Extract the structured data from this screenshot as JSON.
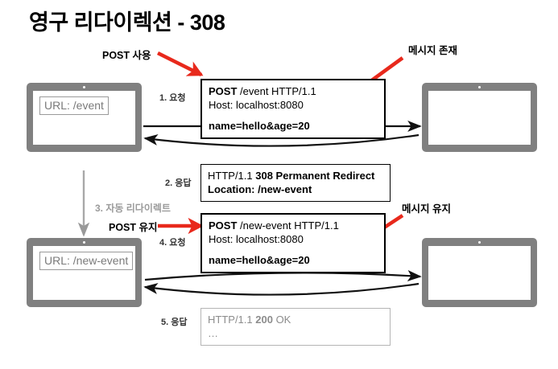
{
  "title": "영구 리다이렉션 - 308",
  "colors": {
    "monitor_gray": "#808080",
    "arrow_red": "#e8291c",
    "faded_gray": "#8c8c8c",
    "note_gray": "#9b9b9b",
    "black": "#000000"
  },
  "clients": [
    {
      "name": "client-top",
      "url_label": "URL: /event"
    },
    {
      "name": "client-bottom",
      "url_label": "URL: /new-event"
    }
  ],
  "servers": [
    {
      "name": "server-top"
    },
    {
      "name": "server-bottom"
    }
  ],
  "steps": [
    {
      "id": "step1",
      "label": "1. 요청"
    },
    {
      "id": "step2",
      "label": "2. 응답"
    },
    {
      "id": "step3",
      "label": "3. 자동 리다이렉트"
    },
    {
      "id": "step4",
      "label": "4. 요청"
    },
    {
      "id": "step5",
      "label": "5. 응답"
    }
  ],
  "notes": {
    "post_use": "POST 사용",
    "message_exists": "메시지 존재",
    "post_keep": "POST 유지",
    "message_keep": "메시지 유지"
  },
  "messages": {
    "request1": {
      "line1_bold": "POST",
      "line1_rest": " /event HTTP/1.1",
      "line2": "Host: localhost:8080",
      "body": "name=hello&age=20"
    },
    "response1": {
      "line1_plain": "HTTP/1.1 ",
      "line1_bold": "308 Permanent Redirect",
      "line2_bold": "Location: /new-event"
    },
    "request2": {
      "line1_bold": "POST",
      "line1_rest": " /new-event HTTP/1.1",
      "line2": "Host: localhost:8080",
      "body": "name=hello&age=20"
    },
    "response2": {
      "line1_plain_a": "HTTP/1.1 ",
      "line1_bold": "200",
      "line1_plain_b": " OK",
      "line2": "…"
    }
  }
}
